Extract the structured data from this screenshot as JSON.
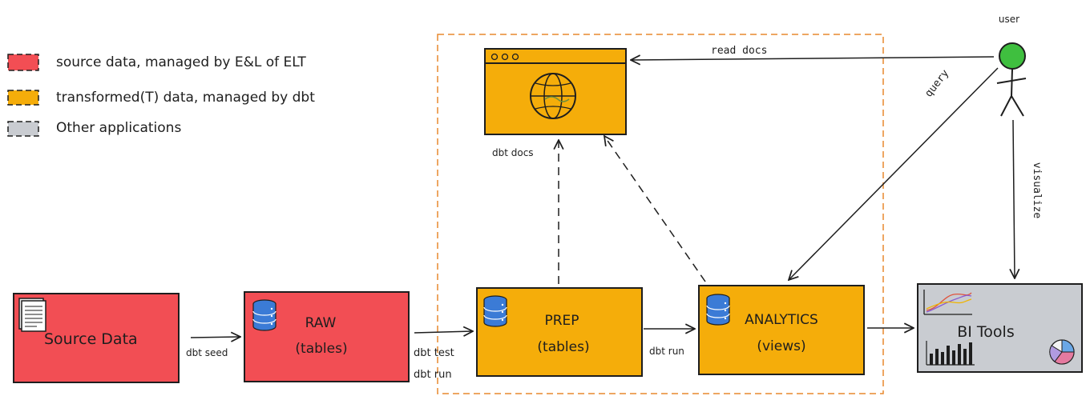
{
  "legend": {
    "items": [
      {
        "label": "source data, managed by E&L of ELT",
        "color": "#f24e54"
      },
      {
        "label": "transformed(T) data, managed by dbt",
        "color": "#f5ad0a"
      },
      {
        "label": "Other applications",
        "color": "#c9ccd1"
      }
    ]
  },
  "nodes": {
    "source": {
      "label": "Source Data",
      "color": "#f24e54"
    },
    "raw": {
      "title": "RAW",
      "subtitle": "(tables)",
      "color": "#f24e54"
    },
    "prep": {
      "title": "PREP",
      "subtitle": "(tables)",
      "color": "#f5ad0a"
    },
    "analytics": {
      "title": "ANALYTICS",
      "subtitle": "(views)",
      "color": "#f5ad0a"
    },
    "bi_tools": {
      "label": "BI Tools",
      "color": "#c9ccd1"
    },
    "docs_site": {
      "color": "#f5ad0a"
    },
    "user": {
      "label": "user",
      "color": "#3fbf3f"
    }
  },
  "edges": {
    "dbt_seed": "dbt seed",
    "dbt_test": "dbt test",
    "dbt_run_1": "dbt run",
    "dbt_run_2": "dbt run",
    "dbt_docs": "dbt docs",
    "read_docs": "read docs",
    "query": "query",
    "visualize": "visualize"
  },
  "colors": {
    "stroke": "#1e1e1e",
    "group_border": "#e8892f",
    "db_icon": "#3b7bd6"
  }
}
